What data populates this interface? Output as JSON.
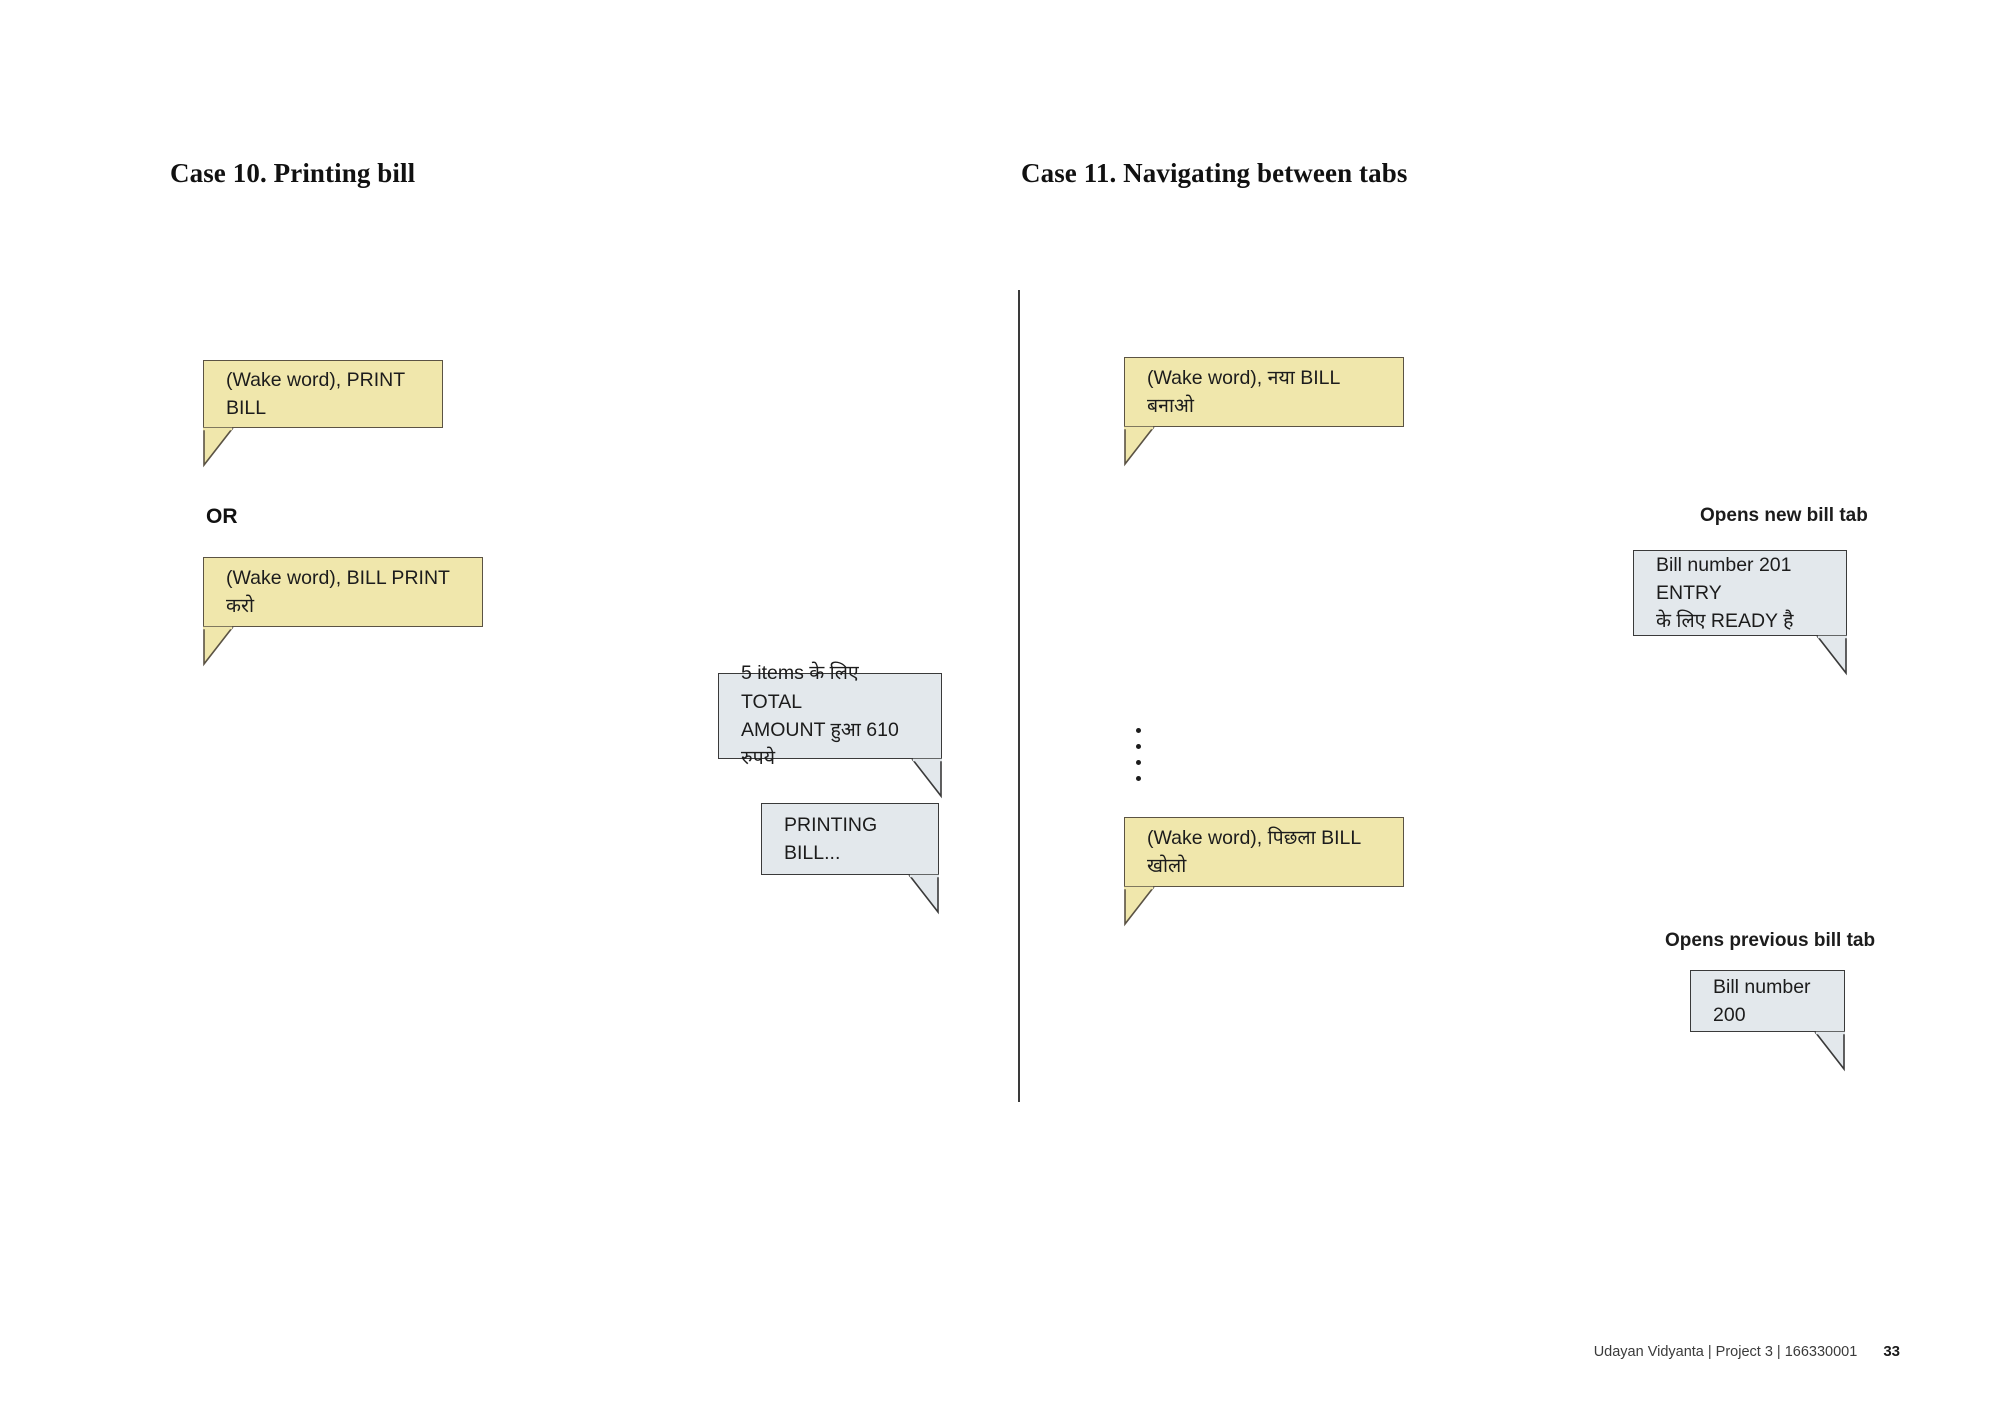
{
  "page": {
    "background": "#ffffff",
    "footer_text": "Udayan Vidyanta | Project 3 | 166330001",
    "page_number": "33"
  },
  "colors": {
    "bubble_user": "#F0E7AC",
    "bubble_system": "#E3E8EC",
    "bubble_user_border": "#5b5344",
    "bubble_system_border": "#3a3a3a",
    "divider": "#3a3a3a",
    "text": "#1c1c1c"
  },
  "columns": [
    {
      "heading": "Case 10. Printing bill",
      "or_label": "OR",
      "bubbles": [
        {
          "id": "print-bill-english",
          "speaker": "user",
          "text": "(Wake word), PRINT BILL",
          "tail": "bottom-left"
        },
        {
          "id": "print-bill-hindi",
          "speaker": "user",
          "text": "(Wake word), BILL PRINT करो",
          "tail": "bottom-left"
        },
        {
          "id": "total-amount-response",
          "speaker": "system",
          "line1": "5 items के लिए TOTAL",
          "line2": "AMOUNT हुआ 610 रुपये",
          "tail": "bottom-right"
        },
        {
          "id": "printing-bill-response",
          "speaker": "system",
          "text": "PRINTING BILL...",
          "tail": "bottom-right"
        }
      ]
    },
    {
      "heading": "Case 11. Navigating between tabs",
      "captions": [
        {
          "id": "opens-new-bill-tab",
          "text": "Opens new bill tab"
        },
        {
          "id": "opens-previous-bill-tab",
          "text": "Opens previous bill tab"
        }
      ],
      "bubbles": [
        {
          "id": "new-bill-command",
          "speaker": "user",
          "text": "(Wake word), नया BILL बनाओ",
          "tail": "bottom-left"
        },
        {
          "id": "bill-201-ready-response",
          "speaker": "system",
          "line1": "Bill number 201 ENTRY",
          "line2": "के लिए READY है",
          "tail": "bottom-right"
        },
        {
          "id": "previous-bill-command",
          "speaker": "user",
          "text": "(Wake word), पिछला BILL खोलो",
          "tail": "bottom-left"
        },
        {
          "id": "bill-200-response",
          "speaker": "system",
          "text": "Bill number 200",
          "tail": "bottom-right"
        }
      ],
      "ellipsis_dots": 4
    }
  ]
}
